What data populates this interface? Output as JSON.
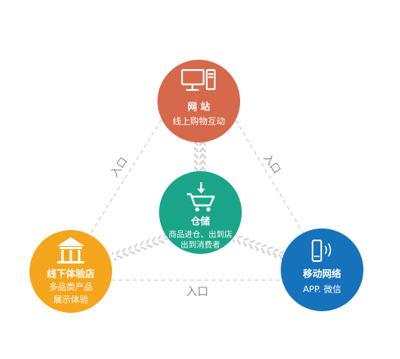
{
  "colors": {
    "website": "#D6694B",
    "warehouse": "#1AA588",
    "offline": "#F5A51C",
    "mobile": "#1673BB",
    "line": "#c4c4c4",
    "connector": "#cfcfcf",
    "edge_text": "#8a8a8a"
  },
  "nodes": {
    "website": {
      "title": "网 站",
      "desc": [
        "线上购物互动"
      ],
      "icon": "computer-icon"
    },
    "warehouse": {
      "title": "仓储",
      "desc": [
        "商品进仓、出到店",
        "出到消费者"
      ],
      "icon": "shopping-cart-icon"
    },
    "offline": {
      "title": "线下体验店",
      "desc": [
        "多品类产品",
        "展示体验"
      ],
      "icon": "store-icon"
    },
    "mobile": {
      "title": "移动网络",
      "desc": [
        "APP. 微信"
      ],
      "icon": "mobile-phone-icon"
    }
  },
  "edges": {
    "left": "入口",
    "right": "入口",
    "bottom": "入口"
  }
}
